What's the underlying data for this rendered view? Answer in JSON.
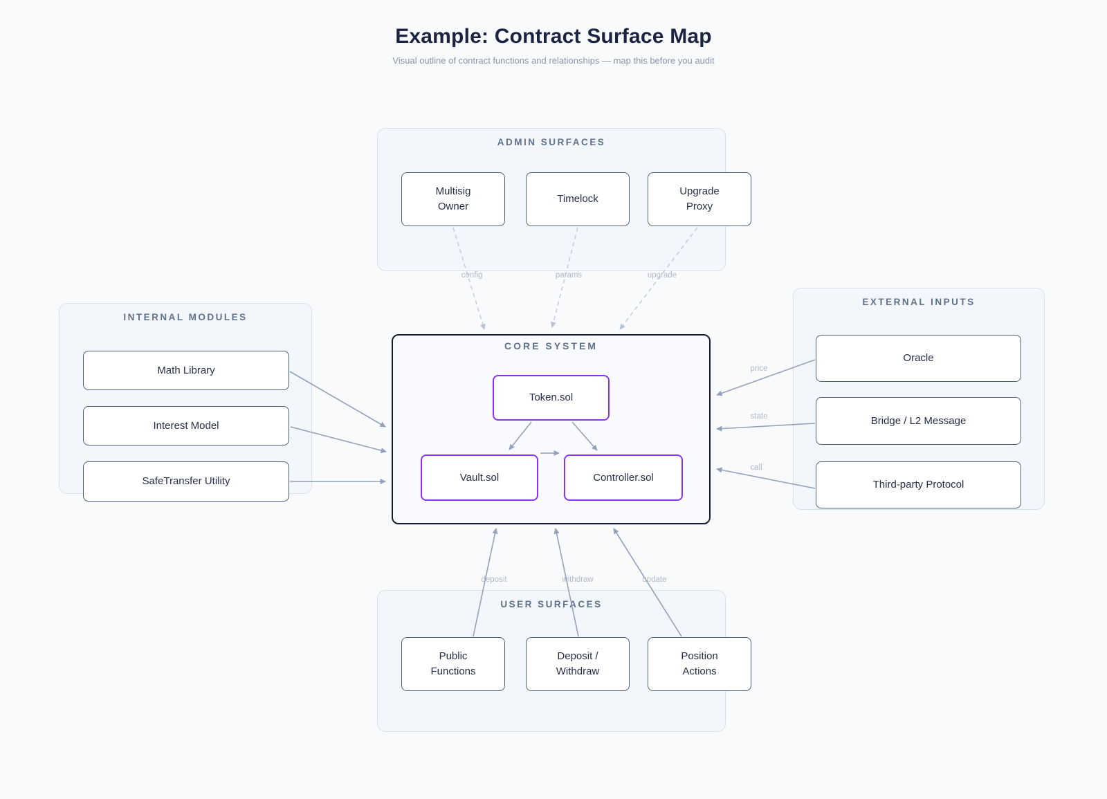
{
  "header": {
    "title": "Example: Contract Surface Map",
    "subtitle": "Visual outline of contract functions and relationships — map this before you audit"
  },
  "groups": {
    "admin": {
      "title": "ADMIN SURFACES",
      "nodes": [
        {
          "label": "Multisig\nOwner"
        },
        {
          "label": "Timelock"
        },
        {
          "label": "Upgrade\nProxy"
        }
      ]
    },
    "internal": {
      "title": "INTERNAL MODULES",
      "nodes": [
        {
          "label": "Math Library"
        },
        {
          "label": "Interest Model"
        },
        {
          "label": "SafeTransfer Utility"
        }
      ]
    },
    "external": {
      "title": "EXTERNAL INPUTS",
      "nodes": [
        {
          "label": "Oracle"
        },
        {
          "label": "Bridge / L2 Message"
        },
        {
          "label": "Third-party Protocol"
        }
      ]
    },
    "user": {
      "title": "USER SURFACES",
      "nodes": [
        {
          "label": "Public\nFunctions"
        },
        {
          "label": "Deposit /\nWithdraw"
        },
        {
          "label": "Position\nActions"
        }
      ]
    },
    "core": {
      "title": "CORE SYSTEM",
      "nodes": [
        {
          "label": "Token.sol"
        },
        {
          "label": "Vault.sol"
        },
        {
          "label": "Controller.sol"
        }
      ]
    }
  },
  "edges": {
    "config": "config",
    "params": "params",
    "upgrade": "upgrade",
    "price": "price",
    "state": "state",
    "call": "call",
    "deposit": "deposit",
    "withdraw": "withdraw",
    "update": "update"
  },
  "colors": {
    "purple_accent": "#8833ee",
    "core_border": "#161b30",
    "arrow": "#93a2ba",
    "dashed_arrow": "#c4cedd",
    "group_title": "#5f7189",
    "node_border": "#4e5e79"
  }
}
